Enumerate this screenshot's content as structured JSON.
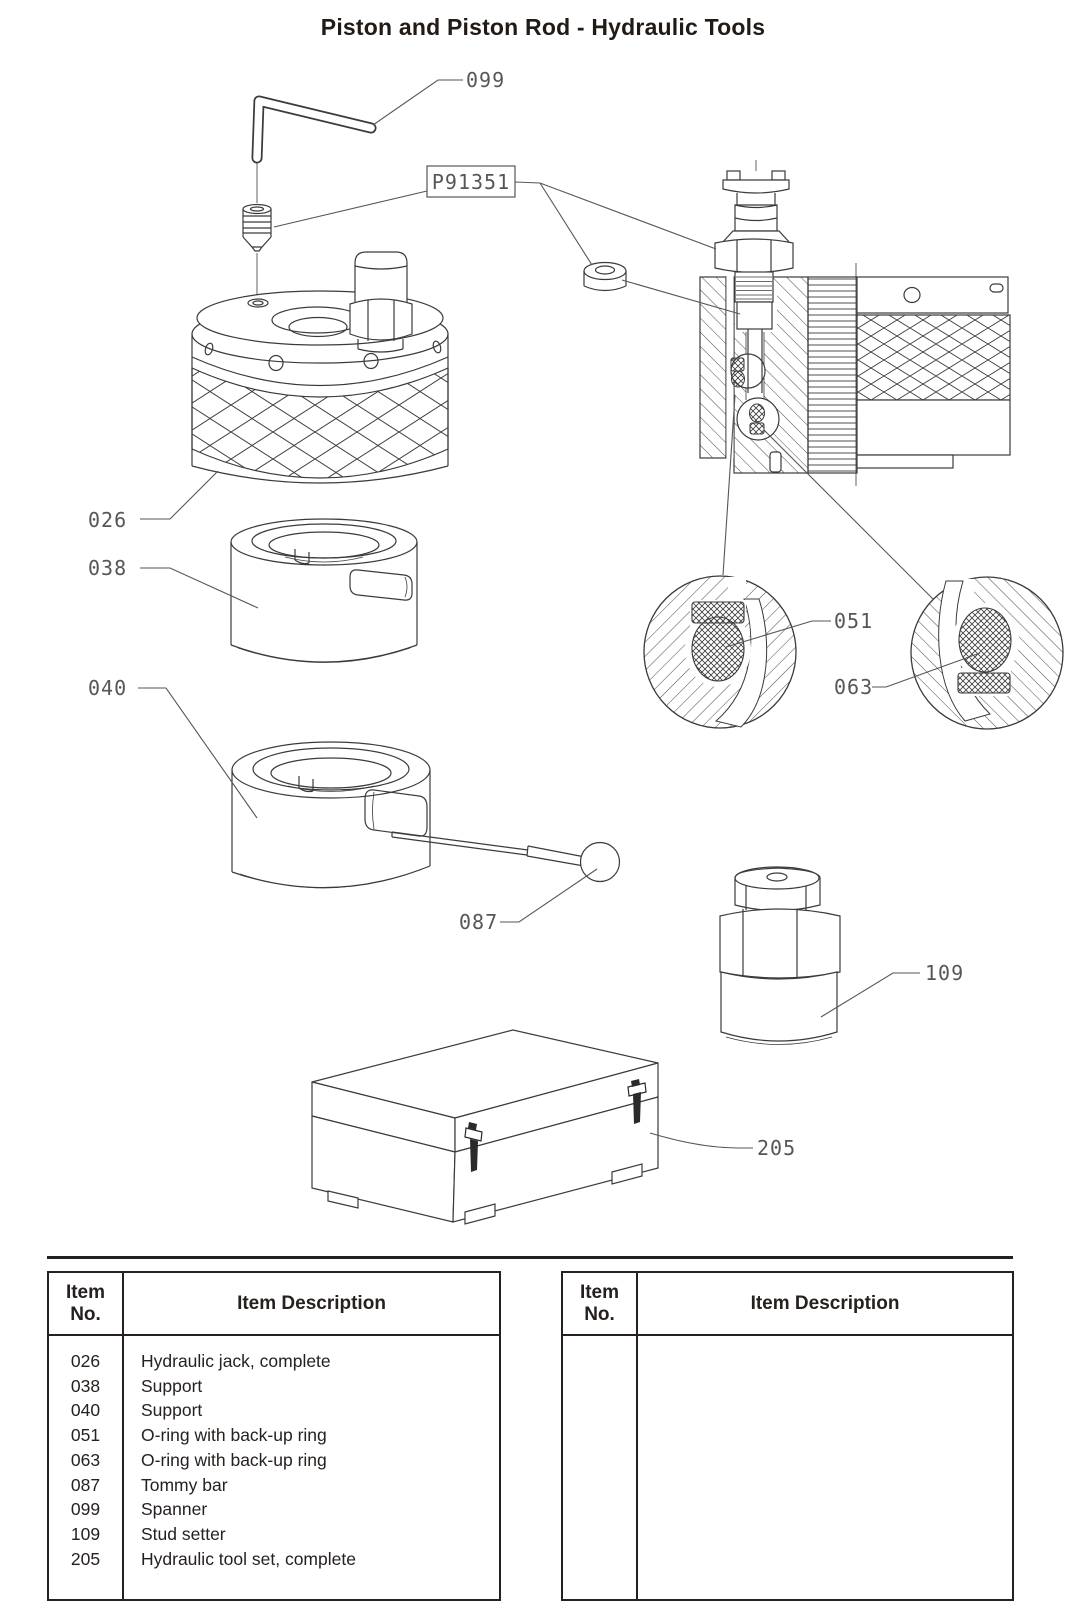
{
  "page": {
    "title": "Piston and Piston Rod - Hydraulic Tools"
  },
  "diagram": {
    "ref_label": "P91351",
    "callouts": {
      "spanner": "099",
      "hydraulic_jack": "026",
      "support_upper": "038",
      "support_lower": "040",
      "oring_left": "051",
      "oring_right": "063",
      "tommy_bar": "087",
      "stud_setter": "109",
      "tool_set": "205"
    }
  },
  "tables": {
    "left": {
      "header_item_lines": [
        "Item",
        "No."
      ],
      "header_description": "Item Description",
      "rows": [
        {
          "no": "026",
          "desc": "Hydraulic jack, complete"
        },
        {
          "no": "038",
          "desc": "Support"
        },
        {
          "no": "040",
          "desc": "Support"
        },
        {
          "no": "051",
          "desc": "O-ring with back-up ring"
        },
        {
          "no": "063",
          "desc": "O-ring with back-up ring"
        },
        {
          "no": "087",
          "desc": "Tommy bar"
        },
        {
          "no": "099",
          "desc": "Spanner"
        },
        {
          "no": "109",
          "desc": "Stud setter"
        },
        {
          "no": "205",
          "desc": "Hydraulic tool set, complete"
        }
      ]
    },
    "right": {
      "header_item_lines": [
        "Item",
        "No."
      ],
      "header_description": "Item Description",
      "rows": []
    }
  },
  "colors": {
    "ink": "#26211e",
    "line": "#3b3b3b",
    "label": "#565656"
  }
}
